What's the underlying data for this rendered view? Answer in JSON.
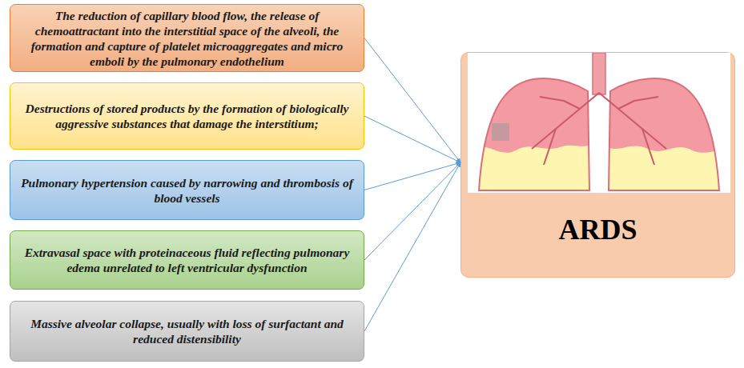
{
  "diagram": {
    "nodes": [
      {
        "text": [
          "The reduction of capillary blood flow, the release of chemoattractant into the interstitial space of the alveoli, the formation and capture of platelet microaggregates and micro emboli by the pulmonary endothelium"
        ]
      },
      {
        "text": [
          "Destructions of stored products by the formation of biologically aggressive substances that damage the interstitium;"
        ]
      },
      {
        "text": [
          "Pulmonary hypertension caused by narrowing and thrombosis of blood vessels"
        ]
      },
      {
        "text": [
          "Extravasal space with proteinaceous fluid reflecting pulmonary edema unrelated to left ventricular dysfunction"
        ]
      },
      {
        "text": [
          "Massive alveolar collapse, usually with loss of surfactant and reduced distensibility"
        ]
      },
      {
        "text": [
          "ARDS"
        ]
      }
    ],
    "edges": [
      {
        "from": 0,
        "to": 5,
        "arrow": "to"
      },
      {
        "from": 1,
        "to": 5,
        "arrow": "to"
      },
      {
        "from": 2,
        "to": 5,
        "arrow": "to"
      },
      {
        "from": 3,
        "to": 5,
        "arrow": "to"
      },
      {
        "from": 4,
        "to": 5,
        "arrow": "to"
      }
    ]
  }
}
